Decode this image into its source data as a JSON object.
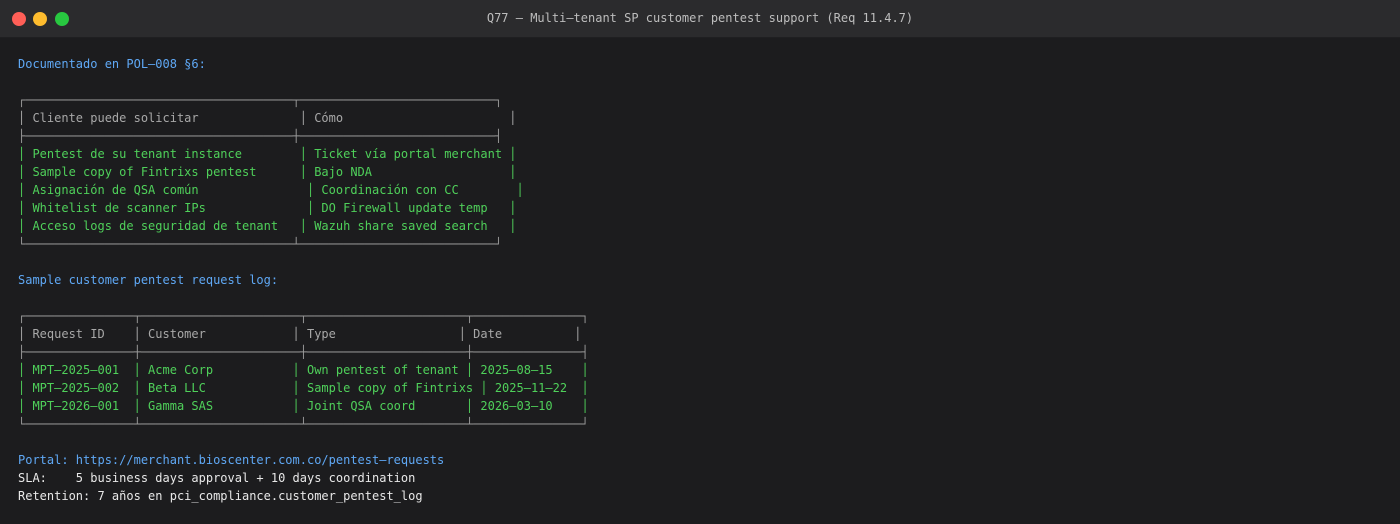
{
  "window": {
    "title": "Q77 — Multi–tenant SP customer pentest support (Req 11.4.7)"
  },
  "intro": "Documentado en POL–008 §6:",
  "table1": {
    "top": "┌─────────────────────────────────────┬───────────────────────────┐",
    "header": "│ Cliente puede solicitar              │ Cómo                       │",
    "separator": "├─────────────────────────────────────┼───────────────────────────┤",
    "rows": [
      "│ Pentest de su tenant instance        │ Ticket vía portal merchant │",
      "│ Sample copy of Fintrixs pentest      │ Bajo NDA                   │",
      "│ Asignación de QSA común               │ Coordinación con CC        │",
      "│ Whitelist de scanner IPs              │ DO Firewall update temp   │",
      "│ Acceso logs de seguridad de tenant   │ Wazuh share saved search   │"
    ],
    "bottom": "└─────────────────────────────────────┴───────────────────────────┘"
  },
  "log_heading": "Sample customer pentest request log:",
  "table2": {
    "top": "┌───────────────┬──────────────────────┬──────────────────────┬───────────────┐",
    "header": "│ Request ID    │ Customer            │ Type                 │ Date          │",
    "separator": "├───────────────┼──────────────────────┼──────────────────────┼───────────────┤",
    "rows": [
      "│ MPT–2025–001  │ Acme Corp           │ Own pentest of tenant │ 2025–08–15    │",
      "│ MPT–2025–002  │ Beta LLC            │ Sample copy of Fintrixs │ 2025–11–22  │",
      "│ MPT–2026–001  │ Gamma SAS           │ Joint QSA coord       │ 2026–03–10    │"
    ],
    "bottom": "└───────────────┴──────────────────────┴──────────────────────┴───────────────┘"
  },
  "footer": {
    "portal": "Portal: https://merchant.bioscenter.com.co/pentest–requests",
    "sla": "SLA:    5 business days approval + 10 days coordination",
    "retention": "Retention: 7 años en pci_compliance.customer_pentest_log"
  }
}
